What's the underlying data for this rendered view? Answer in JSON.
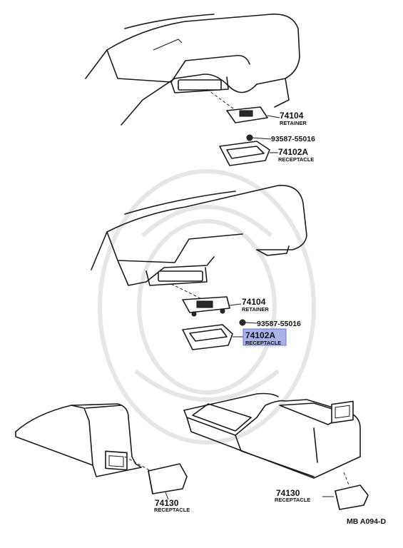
{
  "diagram_code": "MB A094-D",
  "callouts": [
    {
      "part_number": "74104",
      "part_name": "RETAINER",
      "highlighted": false
    },
    {
      "part_number": "93587-55016",
      "part_name": "",
      "highlighted": false
    },
    {
      "part_number": "74102A",
      "part_name": "RECEPTACLE",
      "highlighted": false
    },
    {
      "part_number": "74104",
      "part_name": "RETAINER",
      "highlighted": false
    },
    {
      "part_number": "93587-55016",
      "part_name": "",
      "highlighted": false
    },
    {
      "part_number": "74102A",
      "part_name": "RECEPTACLE",
      "highlighted": true
    },
    {
      "part_number": "74130",
      "part_name": "RECEPTACLE",
      "highlighted": false
    },
    {
      "part_number": "74130",
      "part_name": "RECEPTACLE",
      "highlighted": false
    }
  ],
  "colors": {
    "highlight": "#aab2ea",
    "ink": "#111111"
  }
}
